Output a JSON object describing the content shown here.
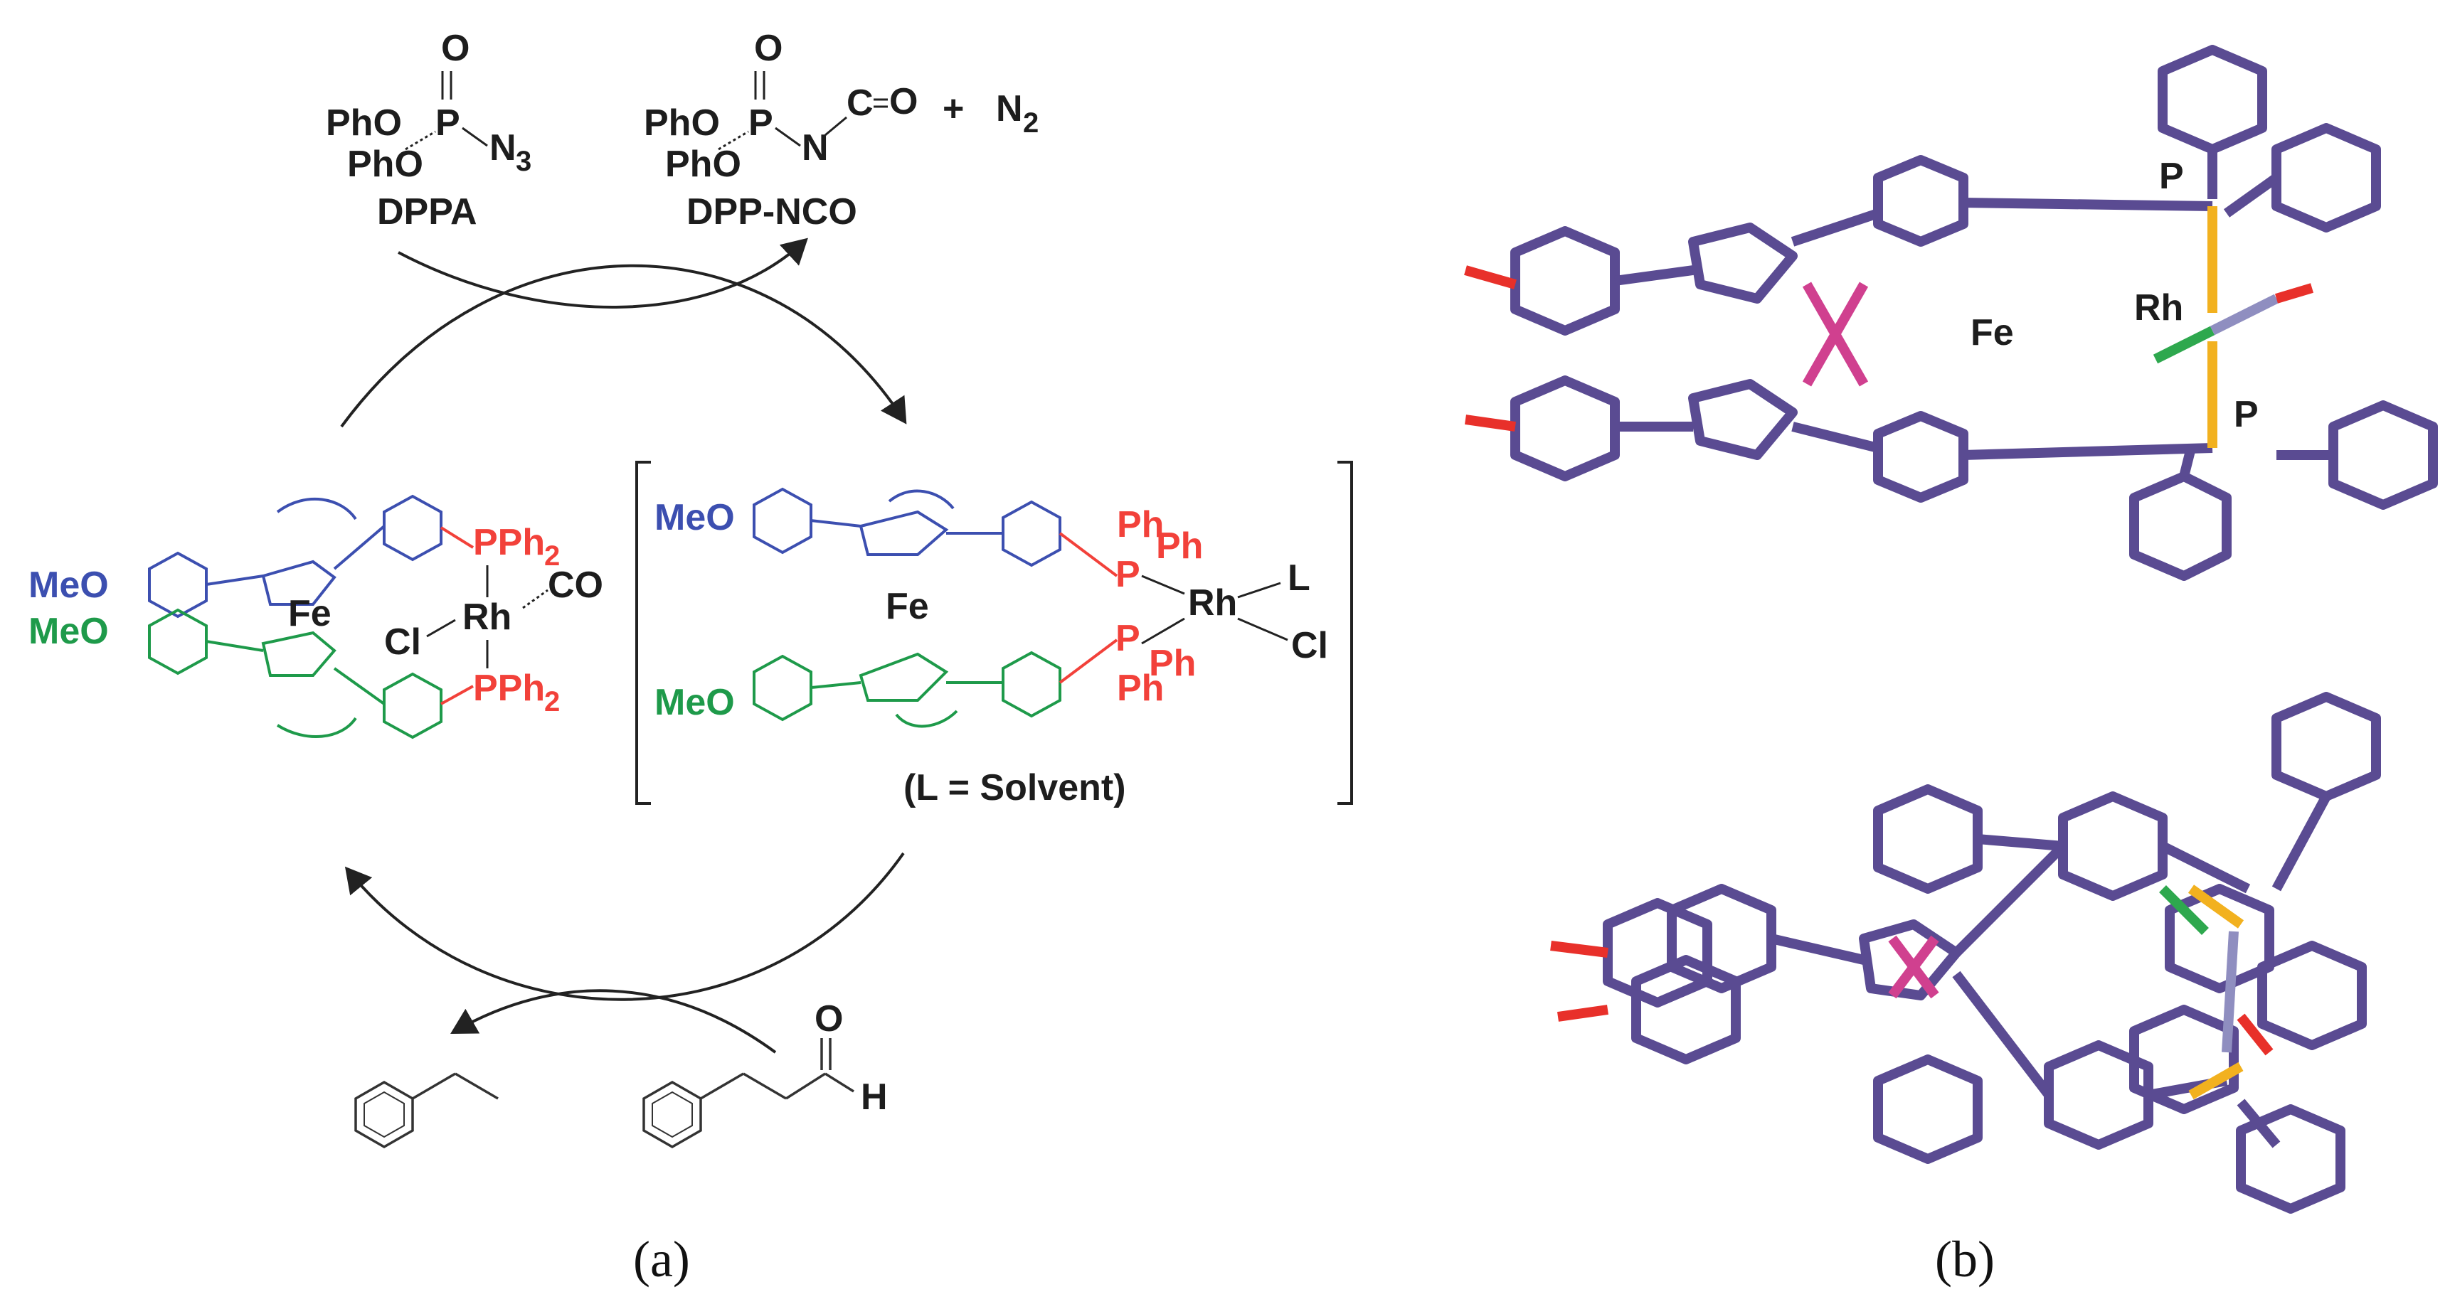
{
  "reagents": {
    "dppa_phO_top": "PhO",
    "dppa_phO_bottom": "PhO",
    "dppa_P": "P",
    "dppa_O": "O",
    "dppa_N3": "N",
    "dppa_N3_sub": "3",
    "dppa_name": "DPPA",
    "dpp_phO_top": "PhO",
    "dpp_phO_bottom": "PhO",
    "dpp_P": "P",
    "dpp_O": "O",
    "dpp_N": "N",
    "dpp_C": "C",
    "dpp_O2": "O",
    "plus": "+",
    "n2": "N",
    "n2_sub": "2",
    "dpp_name": "DPP-NCO"
  },
  "left_complex": {
    "meo_blue": "MeO",
    "meo_green": "MeO",
    "fe": "Fe",
    "pph2_top": "PPh",
    "pph2_top_sub": "2",
    "pph2_bottom": "PPh",
    "pph2_bottom_sub": "2",
    "rh": "Rh",
    "co": "CO",
    "cl": "Cl"
  },
  "right_complex": {
    "meo_blue": "MeO",
    "meo_green": "MeO",
    "fe": "Fe",
    "ph_a": "Ph",
    "ph_b": "Ph",
    "p_top": "P",
    "p_bottom": "P",
    "ph_c": "Ph",
    "ph_d": "Ph",
    "rh": "Rh",
    "l": "L",
    "cl": "Cl",
    "note": "(L = Solvent)"
  },
  "aldehyde": {
    "o": "O",
    "h": "H"
  },
  "crystal": {
    "fe": "Fe",
    "rh": "Rh",
    "p_top": "P",
    "p_bottom": "P"
  },
  "captions": {
    "a": "(a)",
    "b": "(b)"
  },
  "colors": {
    "blue": "#3c4fb0",
    "green": "#1e9a4a",
    "red": "#f2413a",
    "bond": "#5a4b92",
    "bond_hi": "#c2b6e8",
    "fe": "#d0408f",
    "p": "#f2b11f",
    "rh": "#8f8ec0",
    "o": "#e8302a",
    "cl": "#2ea84e"
  }
}
